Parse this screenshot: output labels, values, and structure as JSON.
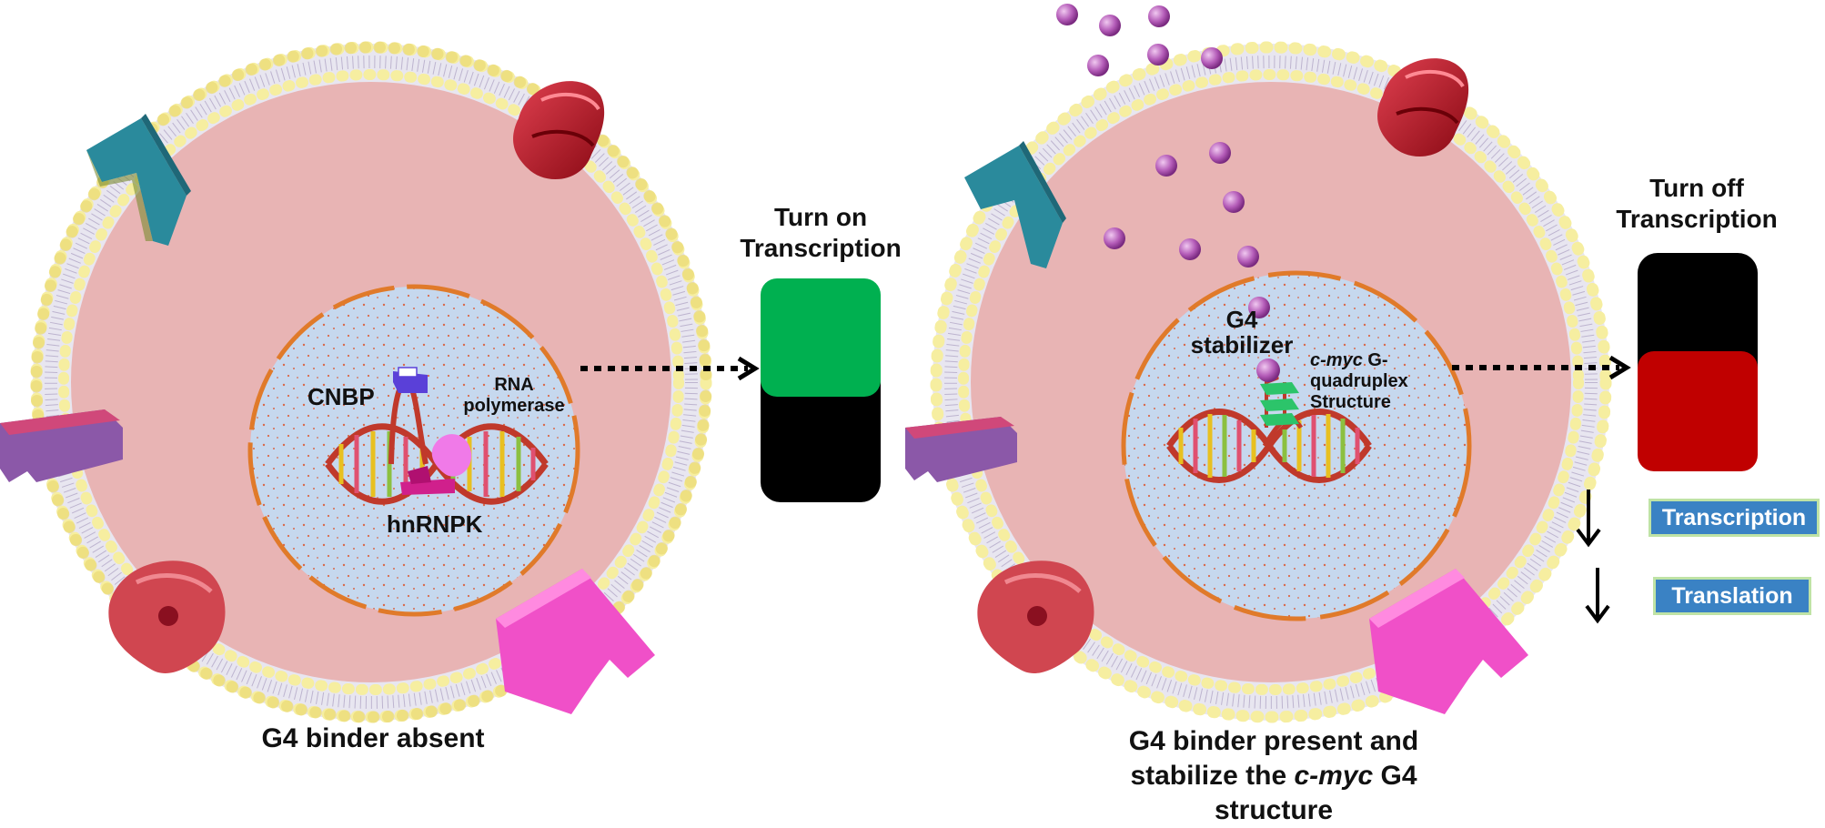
{
  "left_panel": {
    "caption": "G4 binder absent",
    "labels": {
      "cnbp": "CNBP",
      "rna_polymerase_1": "RNA",
      "rna_polymerase_2": "polymerase",
      "hnrnpk": "hnRNPK"
    },
    "switch": {
      "title_line1": "Turn on",
      "title_line2": "Transcription",
      "top_color": "#00b050",
      "bottom_color": "#000000"
    }
  },
  "right_panel": {
    "caption_line1": "G4 binder present and",
    "caption_line2_pre": "stabilize the ",
    "caption_line2_italic": "c-myc",
    "caption_line2_post": " G4",
    "caption_line3": "structure",
    "labels": {
      "g4_line1": "G4",
      "g4_line2": "stabilizer",
      "cmyc_italic": "c-myc",
      "cmyc_post": " G-",
      "quadruplex": "quadruplex",
      "structure": "Structure"
    },
    "switch": {
      "title_line1": "Turn off",
      "title_line2": "Transcription",
      "top_color": "#000000",
      "bottom_color": "#c00000"
    },
    "outcomes": [
      {
        "label": "Transcription"
      },
      {
        "label": "Translation"
      }
    ]
  },
  "colors": {
    "cytoplasm": "#e8b4b4",
    "membrane_bead": "#f6eea0",
    "nucleus": "#c6d8ee",
    "nuclear_envelope": "#e07a2a",
    "ligand": "#b05cb4"
  }
}
